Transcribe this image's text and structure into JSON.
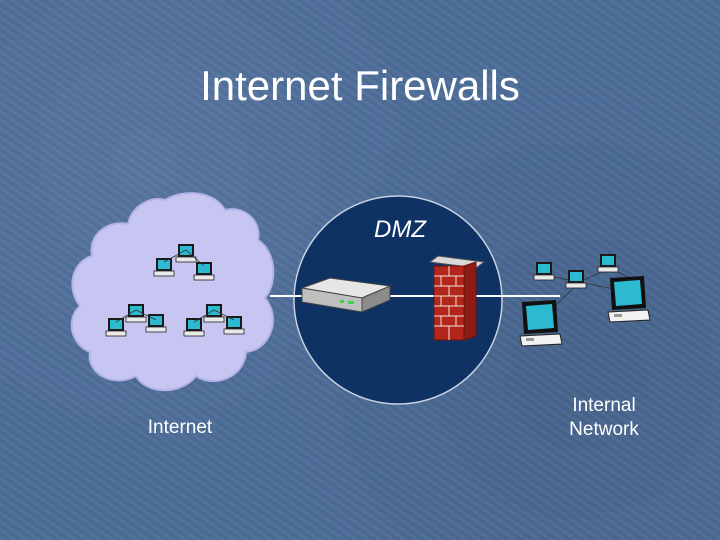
{
  "slide": {
    "title": "Internet Firewalls"
  },
  "labels": {
    "dmz": "DMZ",
    "internet": "Internet",
    "internal_line1": "Internal",
    "internal_line2": "Network"
  },
  "colors": {
    "background": "#4d6d99",
    "cloud_fill": "#c7c6f2",
    "dmz_circle": "#0d3263",
    "connector": "#ffffff",
    "brick": "#b3261c",
    "screen": "#2bbad2"
  },
  "icons": [
    "cloud-icon",
    "router-icon",
    "firewall-icon",
    "workstation-icon"
  ]
}
